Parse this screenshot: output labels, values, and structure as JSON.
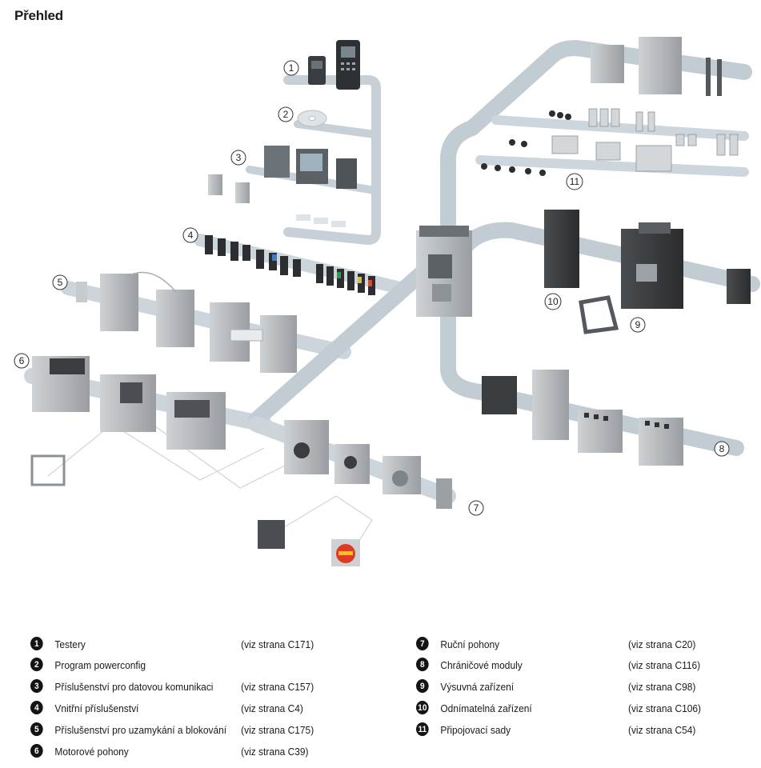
{
  "title": "Přehled",
  "callouts": [
    "1",
    "2",
    "3",
    "4",
    "5",
    "6",
    "7",
    "8",
    "9",
    "10",
    "11"
  ],
  "legend": [
    {
      "num": "1",
      "label": "Testery",
      "ref": "(viz strana C171)"
    },
    {
      "num": "2",
      "label": "Program powerconfig",
      "ref": ""
    },
    {
      "num": "3",
      "label": "Příslušenství pro datovou komunikaci",
      "ref": "(viz strana C157)"
    },
    {
      "num": "4",
      "label": "Vnitřní příslušenství",
      "ref": "(viz strana C4)"
    },
    {
      "num": "5",
      "label": "Příslušenství pro uzamykání a blokování",
      "ref": "(viz strana C175)"
    },
    {
      "num": "6",
      "label": "Motorové pohony",
      "ref": "(viz strana C39)"
    },
    {
      "num": "7",
      "label": "Ruční pohony",
      "ref": "(viz strana C20)"
    },
    {
      "num": "8",
      "label": "Chráničové moduly",
      "ref": "(viz strana C116)"
    },
    {
      "num": "9",
      "label": "Výsuvná zařízení",
      "ref": "(viz strana C98)"
    },
    {
      "num": "10",
      "label": "Odnímatelná zařízení",
      "ref": "(viz strana C106)"
    },
    {
      "num": "11",
      "label": "Připojovací sady",
      "ref": "(viz strana C54)"
    }
  ]
}
